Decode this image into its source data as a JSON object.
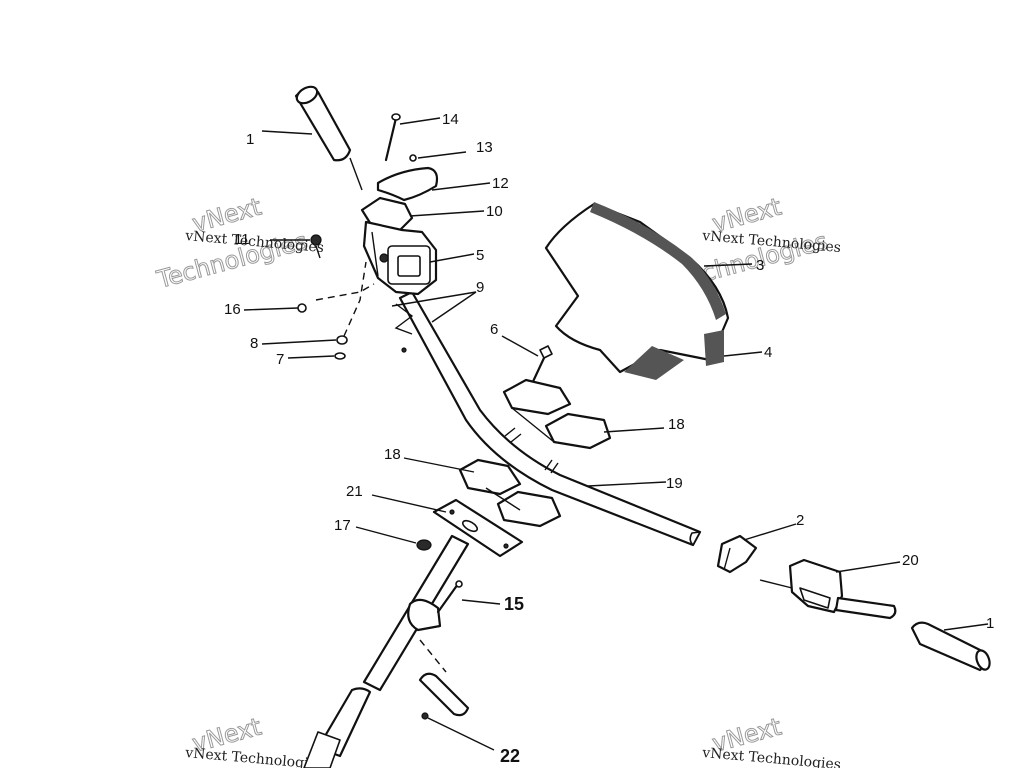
{
  "callouts": {
    "c1a": "1",
    "c14": "14",
    "c13": "13",
    "c12": "12",
    "c10": "10",
    "c11": "11",
    "c5": "5",
    "c9": "9",
    "c16": "16",
    "c8": "8",
    "c7": "7",
    "c6": "6",
    "c3": "3",
    "c4": "4",
    "c18a": "18",
    "c18b": "18",
    "c19": "19",
    "c21": "21",
    "c17": "17",
    "c2": "2",
    "c20": "20",
    "c15": "15",
    "c1b": "1",
    "c22": "22"
  },
  "watermark": {
    "small": "vNext Technologies",
    "big_line1": "vNext",
    "big_line2": "Technologies"
  },
  "colors": {
    "line": "#111111",
    "watermark": "#9a9a9a",
    "background": "#ffffff"
  }
}
